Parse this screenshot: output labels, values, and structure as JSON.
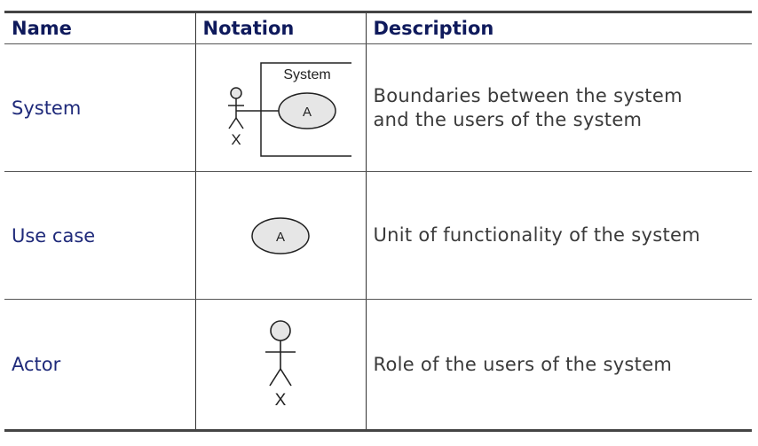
{
  "table": {
    "headers": {
      "name": "Name",
      "notation": "Notation",
      "description": "Description"
    },
    "rows": [
      {
        "name": "System",
        "description_lines": [
          "Boundaries between the system",
          "and the users of the system"
        ],
        "notation": {
          "system_label": "System",
          "usecase_label": "A",
          "actor_label": "X"
        }
      },
      {
        "name": "Use case",
        "description_lines": [
          "Unit of functionality of the system"
        ],
        "notation": {
          "usecase_label": "A"
        }
      },
      {
        "name": "Actor",
        "description_lines": [
          "Role of the users of the system"
        ],
        "notation": {
          "actor_label": "X"
        }
      }
    ]
  },
  "colors": {
    "header_text": "#0f1a5c",
    "name_text": "#1f2a7a",
    "description_text": "#3a3a3a",
    "usecase_fill": "#e6e6e6"
  },
  "icons": [
    "uml-system-boundary-icon",
    "uml-use-case-icon",
    "uml-actor-icon"
  ]
}
